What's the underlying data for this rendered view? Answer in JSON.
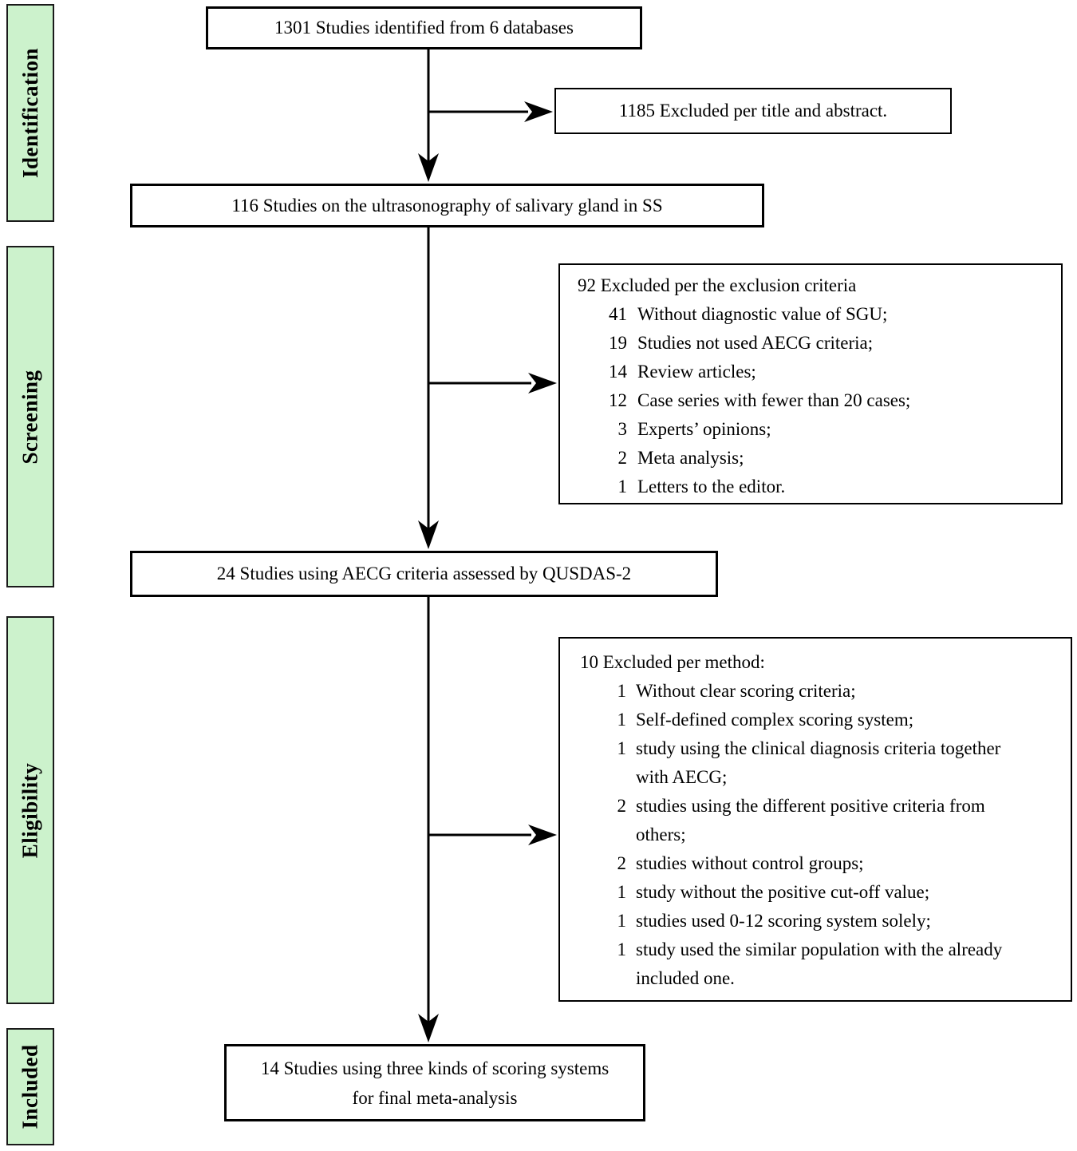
{
  "stages": [
    {
      "label": "Identification"
    },
    {
      "label": "Screening"
    },
    {
      "label": "Eligibility"
    },
    {
      "label": "Included"
    }
  ],
  "boxes": {
    "identified": {
      "text": "1301 Studies identified from 6 databases"
    },
    "excluded_title_abstract": {
      "text": "1185 Excluded per title and abstract."
    },
    "ultrasonography": {
      "text": "116 Studies on the ultrasonography of salivary gland in SS"
    },
    "excluded_criteria": {
      "title": "92 Excluded per the exclusion criteria",
      "items": [
        {
          "n": "41",
          "text": "Without diagnostic value of SGU;"
        },
        {
          "n": "19",
          "text": "Studies not used AECG criteria;"
        },
        {
          "n": "14",
          "text": "Review articles;"
        },
        {
          "n": "12",
          "text": "Case series with fewer than 20 cases;"
        },
        {
          "n": "3",
          "text": "Experts’ opinions;"
        },
        {
          "n": "2",
          "text": "Meta analysis;"
        },
        {
          "n": "1",
          "text": "Letters to the editor."
        }
      ]
    },
    "aecg_assessed": {
      "text": "24 Studies using AECG criteria assessed by QUSDAS-2"
    },
    "excluded_method": {
      "title": "10 Excluded per method:",
      "items": [
        {
          "n": "1",
          "text": "Without clear scoring criteria;"
        },
        {
          "n": "1",
          "text": "Self-defined complex scoring system;"
        },
        {
          "n": "1",
          "text": "study using the clinical diagnosis criteria together with AECG;"
        },
        {
          "n": "2",
          "text": "studies using the different positive criteria from others;"
        },
        {
          "n": "2",
          "text": "studies without control groups;"
        },
        {
          "n": "1",
          "text": "study without the positive cut-off value;"
        },
        {
          "n": "1",
          "text": "studies used 0-12 scoring system solely;"
        },
        {
          "n": "1",
          "text": "study used the similar population with the already included one."
        }
      ]
    },
    "included_final": {
      "text": "14 Studies using three kinds of scoring systems for final meta-analysis"
    }
  },
  "colors": {
    "stage_fill": "#ccf2cc",
    "line": "#000000"
  }
}
